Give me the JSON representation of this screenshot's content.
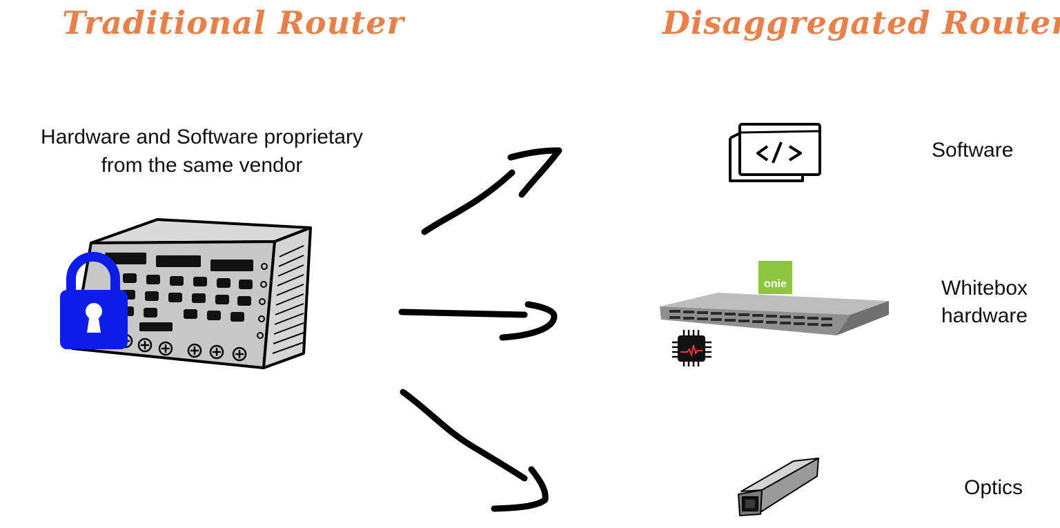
{
  "titles": {
    "traditional": "Traditional Router",
    "disaggregated": "Disaggregated Router"
  },
  "traditional": {
    "description_line1": "Hardware and Software proprietary",
    "description_line2": "from the same vendor"
  },
  "components": {
    "software": {
      "label": "Software",
      "icon": "code-window-icon"
    },
    "hardware": {
      "label_line1": "Whitebox",
      "label_line2": "hardware",
      "icon": "network-switch-icon",
      "badge_text": "onie"
    },
    "optics": {
      "label": "Optics",
      "icon": "optical-transceiver-icon"
    }
  },
  "colors": {
    "title": "#e8804a",
    "lock": "#0b1de8",
    "onie_badge": "#8cc63f",
    "chassis": "#c8c8c8"
  }
}
